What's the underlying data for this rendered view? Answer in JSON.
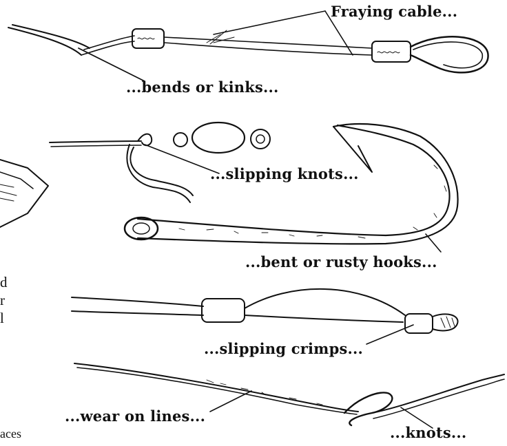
{
  "labels": {
    "fraying_cable": "Fraying cable...",
    "bends_or_kinks": "...bends or kinks...",
    "slipping_knots": "...slipping knots...",
    "bent_or_rusty_hooks": "...bent or rusty hooks...",
    "slipping_crimps": "...slipping crimps...",
    "wear_on_lines": "...wear on lines...",
    "knots": "...knots..."
  },
  "cropped_text_fragments": [
    "d",
    "r",
    "l",
    "aces"
  ],
  "colors": {
    "ink": "#111111",
    "background": "#ffffff"
  }
}
